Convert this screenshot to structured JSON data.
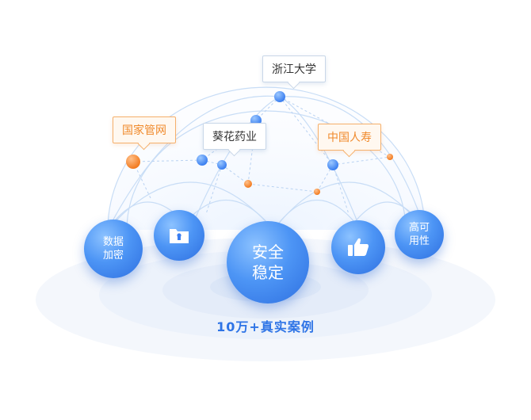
{
  "labels": {
    "zhejiang": "浙江大学",
    "guojia": "国家管网",
    "kuihua": "葵花药业",
    "zhongguo": "中国人寿"
  },
  "features": {
    "encryption": "数据\n加密",
    "lock": "lock-folder-icon",
    "security": "安全\n稳定",
    "like": "thumbs-up-icon",
    "availability": "高可\n用性"
  },
  "caption": "10万+真实案例",
  "colors": {
    "accent_blue": "#2e74e6",
    "node_orange": "#f58a2a",
    "line_blue": "#c5dcf6"
  }
}
